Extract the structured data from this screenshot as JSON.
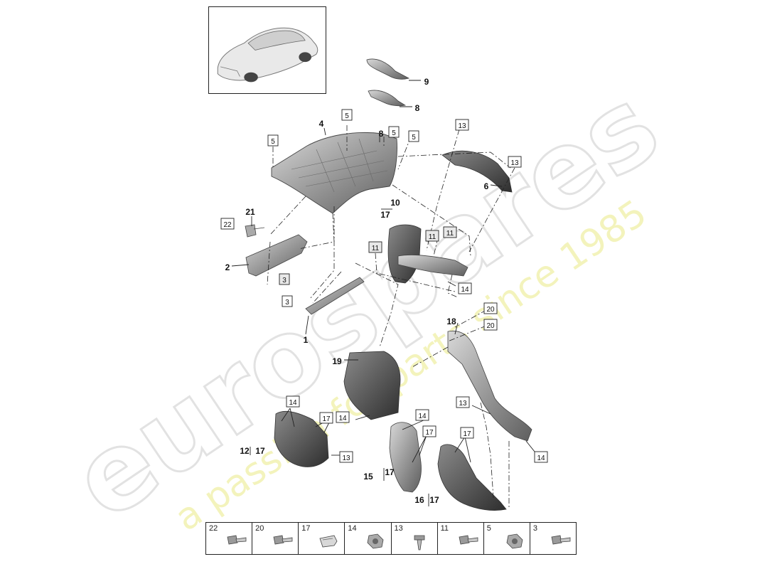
{
  "watermark": {
    "brand": "eurospares",
    "tagline": "a passion for parts since 1985"
  },
  "callouts": [
    {
      "id": "c1",
      "text": "1",
      "boxed": false
    },
    {
      "id": "c2",
      "text": "2",
      "boxed": false
    },
    {
      "id": "c3a",
      "text": "3",
      "boxed": true
    },
    {
      "id": "c3b",
      "text": "3",
      "boxed": true
    },
    {
      "id": "c4",
      "text": "4",
      "boxed": false
    },
    {
      "id": "c5a",
      "text": "5",
      "boxed": true
    },
    {
      "id": "c5b",
      "text": "5",
      "boxed": true
    },
    {
      "id": "c5c",
      "text": "5",
      "boxed": true
    },
    {
      "id": "c5d",
      "text": "5",
      "boxed": true
    },
    {
      "id": "c6",
      "text": "6",
      "boxed": false
    },
    {
      "id": "c8a",
      "text": "8",
      "boxed": false
    },
    {
      "id": "c8b",
      "text": "8",
      "boxed": false
    },
    {
      "id": "c9",
      "text": "9",
      "boxed": false
    },
    {
      "id": "c10",
      "text": "10",
      "boxed": false
    },
    {
      "id": "c10s",
      "text": "17",
      "boxed": false
    },
    {
      "id": "c11a",
      "text": "11",
      "boxed": true
    },
    {
      "id": "c11b",
      "text": "11",
      "boxed": true
    },
    {
      "id": "c11c",
      "text": "11",
      "boxed": true
    },
    {
      "id": "c12",
      "text": "12",
      "boxed": false
    },
    {
      "id": "c12s",
      "text": "17",
      "boxed": false
    },
    {
      "id": "c13a",
      "text": "13",
      "boxed": true
    },
    {
      "id": "c13b",
      "text": "13",
      "boxed": true
    },
    {
      "id": "c13c",
      "text": "13",
      "boxed": true
    },
    {
      "id": "c13d",
      "text": "13",
      "boxed": true
    },
    {
      "id": "c14a",
      "text": "14",
      "boxed": true
    },
    {
      "id": "c14b",
      "text": "14",
      "boxed": true
    },
    {
      "id": "c14c",
      "text": "14",
      "boxed": true
    },
    {
      "id": "c14d",
      "text": "14",
      "boxed": true
    },
    {
      "id": "c14e",
      "text": "14",
      "boxed": true
    },
    {
      "id": "c15",
      "text": "15",
      "boxed": false
    },
    {
      "id": "c15s",
      "text": "17",
      "boxed": false
    },
    {
      "id": "c16",
      "text": "16",
      "boxed": false
    },
    {
      "id": "c16s",
      "text": "17",
      "boxed": false
    },
    {
      "id": "c17a",
      "text": "17",
      "boxed": true
    },
    {
      "id": "c17b",
      "text": "17",
      "boxed": true
    },
    {
      "id": "c17c",
      "text": "17",
      "boxed": true
    },
    {
      "id": "c18",
      "text": "18",
      "boxed": false
    },
    {
      "id": "c19",
      "text": "19",
      "boxed": false
    },
    {
      "id": "c20a",
      "text": "20",
      "boxed": true
    },
    {
      "id": "c20b",
      "text": "20",
      "boxed": true
    },
    {
      "id": "c21",
      "text": "21",
      "boxed": false
    },
    {
      "id": "c22",
      "text": "22",
      "boxed": true
    }
  ],
  "fastener_strip": [
    {
      "label": "22",
      "icon": "bolt-icon"
    },
    {
      "label": "20",
      "icon": "bolt-icon"
    },
    {
      "label": "17",
      "icon": "clip-icon"
    },
    {
      "label": "14",
      "icon": "nut-icon"
    },
    {
      "label": "13",
      "icon": "screw-icon"
    },
    {
      "label": "11",
      "icon": "bolt-icon"
    },
    {
      "label": "5",
      "icon": "nut-icon"
    },
    {
      "label": "3",
      "icon": "bolt-icon"
    }
  ]
}
